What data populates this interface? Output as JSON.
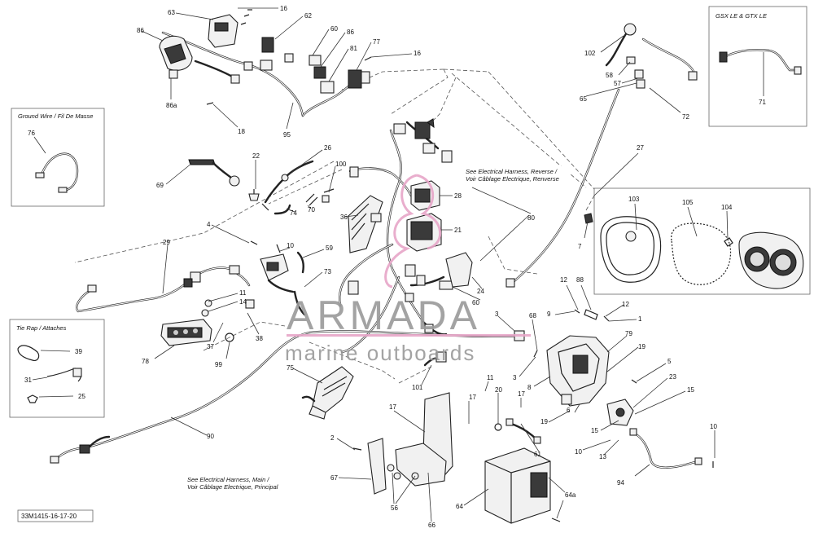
{
  "diagram_code": "33M1415-16-17-20",
  "watermark": {
    "brand": "ARMADA",
    "tagline": "marine outboards",
    "color": "#e7a6c8"
  },
  "boxes": {
    "ground_wire": "Ground Wire / Fil De Masse",
    "tie_rap": "Tie Rap / Attaches",
    "gsx": "GSX LE & GTX LE"
  },
  "notes": {
    "reverse_1": "See Electrical Harness, Reverse /",
    "reverse_2": "Voir Câblage Electrique, Renverse",
    "main_1": "See Electrical Harness, Main /",
    "main_2": "Voir Câblage Electrique, Principal"
  },
  "callouts": [
    {
      "id": "c63",
      "text": "63"
    },
    {
      "id": "c16a",
      "text": "16"
    },
    {
      "id": "c62",
      "text": "62"
    },
    {
      "id": "c60a",
      "text": "60"
    },
    {
      "id": "c86a",
      "text": "86"
    },
    {
      "id": "c81",
      "text": "81"
    },
    {
      "id": "c77",
      "text": "77"
    },
    {
      "id": "c16b",
      "text": "16"
    },
    {
      "id": "c86b",
      "text": "86"
    },
    {
      "id": "c86c",
      "text": "86a"
    },
    {
      "id": "c18",
      "text": "18"
    },
    {
      "id": "c95",
      "text": "95"
    },
    {
      "id": "c76",
      "text": "76"
    },
    {
      "id": "c69",
      "text": "69"
    },
    {
      "id": "c22",
      "text": "22"
    },
    {
      "id": "c26",
      "text": "26"
    },
    {
      "id": "c100",
      "text": "100"
    },
    {
      "id": "c74",
      "text": "74"
    },
    {
      "id": "c70",
      "text": "70"
    },
    {
      "id": "c4",
      "text": "4"
    },
    {
      "id": "c10a",
      "text": "10"
    },
    {
      "id": "c59",
      "text": "59"
    },
    {
      "id": "c36",
      "text": "36"
    },
    {
      "id": "c28",
      "text": "28"
    },
    {
      "id": "c21",
      "text": "21"
    },
    {
      "id": "c80",
      "text": "80"
    },
    {
      "id": "c29",
      "text": "29"
    },
    {
      "id": "c73",
      "text": "73"
    },
    {
      "id": "c11",
      "text": "11"
    },
    {
      "id": "c14",
      "text": "14"
    },
    {
      "id": "c38",
      "text": "38"
    },
    {
      "id": "c37",
      "text": "37"
    },
    {
      "id": "c99",
      "text": "99"
    },
    {
      "id": "c78",
      "text": "78"
    },
    {
      "id": "c39",
      "text": "39"
    },
    {
      "id": "c31",
      "text": "31"
    },
    {
      "id": "c25",
      "text": "25"
    },
    {
      "id": "c75",
      "text": "75"
    },
    {
      "id": "c101",
      "text": "101"
    },
    {
      "id": "c90",
      "text": "90"
    },
    {
      "id": "c24",
      "text": "24"
    },
    {
      "id": "c60b",
      "text": "60"
    },
    {
      "id": "c102",
      "text": "102"
    },
    {
      "id": "c58",
      "text": "58"
    },
    {
      "id": "c57",
      "text": "57"
    },
    {
      "id": "c65",
      "text": "65"
    },
    {
      "id": "c72",
      "text": "72"
    },
    {
      "id": "c71",
      "text": "71"
    },
    {
      "id": "c27",
      "text": "27"
    },
    {
      "id": "c103",
      "text": "103"
    },
    {
      "id": "c105",
      "text": "105"
    },
    {
      "id": "c104",
      "text": "104"
    },
    {
      "id": "c7",
      "text": "7"
    },
    {
      "id": "c12a",
      "text": "12"
    },
    {
      "id": "c88",
      "text": "88"
    },
    {
      "id": "c9",
      "text": "9"
    },
    {
      "id": "c12b",
      "text": "12"
    },
    {
      "id": "c1",
      "text": "1"
    },
    {
      "id": "c3a",
      "text": "3"
    },
    {
      "id": "c68",
      "text": "68"
    },
    {
      "id": "c79",
      "text": "79"
    },
    {
      "id": "c19a",
      "text": "19"
    },
    {
      "id": "c5",
      "text": "5"
    },
    {
      "id": "c3b",
      "text": "3"
    },
    {
      "id": "c8",
      "text": "8"
    },
    {
      "id": "c23",
      "text": "23"
    },
    {
      "id": "c15a",
      "text": "15"
    },
    {
      "id": "c11b",
      "text": "11"
    },
    {
      "id": "c20",
      "text": "20"
    },
    {
      "id": "c17a",
      "text": "17"
    },
    {
      "id": "c17b",
      "text": "17"
    },
    {
      "id": "c17c",
      "text": "17"
    },
    {
      "id": "c19b",
      "text": "19"
    },
    {
      "id": "c6",
      "text": "6"
    },
    {
      "id": "c15b",
      "text": "15"
    },
    {
      "id": "c10b",
      "text": "10"
    },
    {
      "id": "c13",
      "text": "13"
    },
    {
      "id": "c10c",
      "text": "10"
    },
    {
      "id": "c61",
      "text": "61"
    },
    {
      "id": "c2",
      "text": "2"
    },
    {
      "id": "c67",
      "text": "67"
    },
    {
      "id": "c56",
      "text": "56"
    },
    {
      "id": "c66",
      "text": "66"
    },
    {
      "id": "c64",
      "text": "64"
    },
    {
      "id": "c64a",
      "text": "64a"
    },
    {
      "id": "c94",
      "text": "94"
    }
  ]
}
